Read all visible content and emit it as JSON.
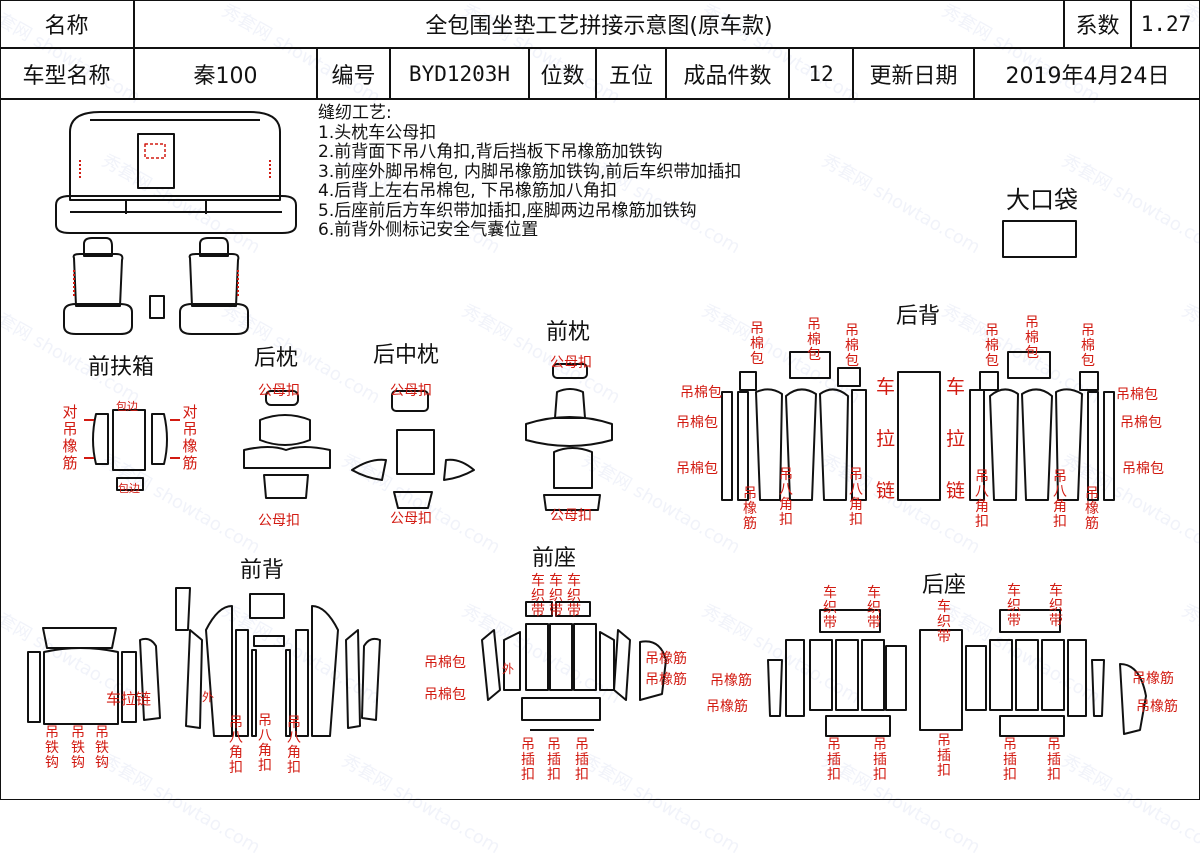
{
  "header": {
    "name_label": "名称",
    "title": "全包围坐垫工艺拼接示意图(原车款)",
    "coef_label": "系数",
    "coef_value": "1.27",
    "model_label": "车型名称",
    "model_value": "秦100",
    "code_label": "编号",
    "code_value": "BYD1203H",
    "seats_label": "位数",
    "seats_value": "五位",
    "pieces_label": "成品件数",
    "pieces_value": "12",
    "date_label": "更新日期",
    "date_value": "2019年4月24日"
  },
  "notes": {
    "title": "缝纫工艺:",
    "items": [
      "1.头枕车公母扣",
      "2.前背面下吊八角扣,背后挡板下吊橡筋加铁钩",
      "3.前座外脚吊棉包, 内脚吊橡筋加铁钩,前后车织带加插扣",
      "4.后背上左右吊棉包, 下吊橡筋加八角扣",
      "5.后座前后方车织带加插扣,座脚两边吊橡筋加铁钩",
      "6.前背外侧标记安全气囊位置"
    ]
  },
  "sections": {
    "big_pocket": "大口袋",
    "front_armrest": "前扶箱",
    "rear_pillow": "后枕",
    "rear_mid_pillow": "后中枕",
    "front_pillow": "前枕",
    "rear_back": "后背",
    "front_back": "前背",
    "front_seat": "前座",
    "rear_seat": "后座"
  },
  "labels": {
    "gongmu_kou": "公母扣",
    "bao_bian": "包边",
    "dui_diao_xiangjin": "对吊橡筋",
    "diao_mianbao_v": "吊棉包",
    "diao_mianbao_h": "吊棉包",
    "che": "车",
    "la": "拉",
    "lian": "链",
    "diao_bajiao_kou": "吊八角扣",
    "diao_xiangjin": "吊橡筋",
    "diao_xiangjin_h": "吊橡筋",
    "che_la_lian": "车拉链",
    "diao_tiegou": "吊铁钩",
    "che_zhidai": "车织带",
    "diao_chakou": "吊插扣",
    "wai": "外"
  },
  "watermark": "秀套网 showtao.com"
}
